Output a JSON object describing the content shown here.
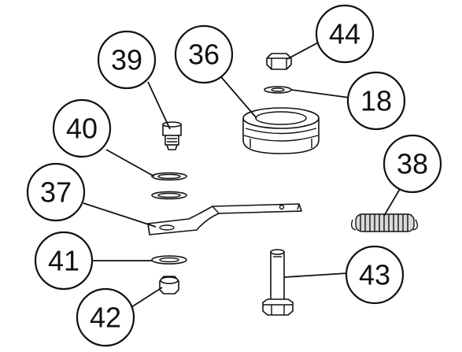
{
  "diagram": {
    "callouts": [
      {
        "id": "39",
        "label": "39"
      },
      {
        "id": "36",
        "label": "36"
      },
      {
        "id": "44",
        "label": "44"
      },
      {
        "id": "18",
        "label": "18"
      },
      {
        "id": "40",
        "label": "40"
      },
      {
        "id": "38",
        "label": "38"
      },
      {
        "id": "37",
        "label": "37"
      },
      {
        "id": "41",
        "label": "41"
      },
      {
        "id": "43",
        "label": "43"
      },
      {
        "id": "42",
        "label": "42"
      }
    ],
    "colors": {
      "line": "#111111",
      "shade": "#d9d9d9",
      "background": "#ffffff"
    }
  }
}
